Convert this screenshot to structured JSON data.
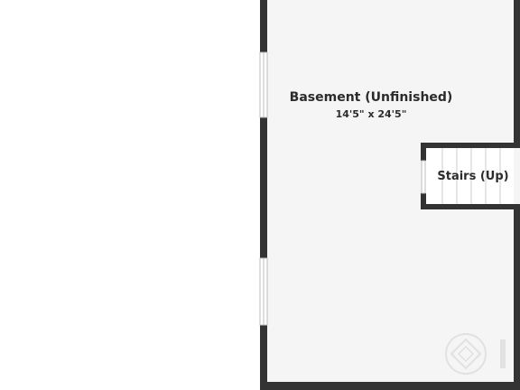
{
  "floorplan": {
    "rooms": {
      "basement": {
        "name": "Basement (Unfinished)",
        "dimensions": "14'5\" x 24'5\""
      },
      "stairs": {
        "name": "Stairs (Up)"
      }
    },
    "colors": {
      "wall": "#333333",
      "floor": "#f5f5f5",
      "background": "#ffffff",
      "window": "#c8c8c8",
      "stair_line": "#cccccc"
    }
  }
}
